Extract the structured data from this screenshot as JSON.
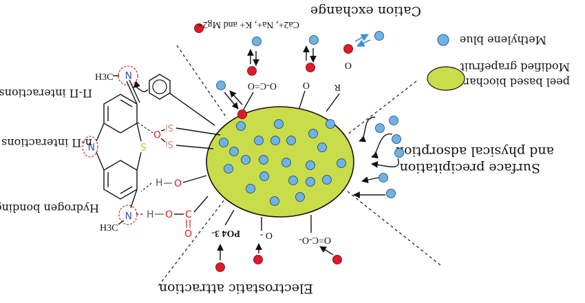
{
  "colors": {
    "biochar_fill": "#c9dc4a",
    "methylene_blue": "#6eb3e6",
    "cation": "#e0192b",
    "exchange_arrow": "#3b8ed6",
    "nitrogen": "#3a4db0",
    "sulfur": "#d4c400",
    "oxygen": "#d42020",
    "silicon": "#c78b6e"
  },
  "legend": {
    "methylene_blue": "Methylene blue",
    "biochar_line1": "Modified grapefruit",
    "biochar_line2": "peel based biochar"
  },
  "mechanisms": {
    "cation_exchange": "Cation exchange",
    "cations": "Ca2+, Na+, K+ and Mg2+",
    "pi_pi": "Π-Π interactions",
    "n_pi": "n-Π interactions",
    "hydrogen": "Hydrogen bonding",
    "surface_line1": "Surface precipitation",
    "surface_line2": "and physical adsorption",
    "electrostatic": "Electrostatic attraction"
  },
  "groups": {
    "carboxyl_top": "O-C=O",
    "oxide_top": "O",
    "r_group": "R",
    "r_oxygen": "O",
    "phosphate": "PO4 3-",
    "oxide_bottom": "O -",
    "carboxylate_bottom": "O=C-O-"
  },
  "molecule": {
    "methyl_top": "H3C",
    "methyl_bottom": "H3C",
    "nitrogen": "N",
    "sulfur": "S",
    "silicon": "Si",
    "oxygen": "O",
    "hydrogen": "H",
    "carbon": "C"
  }
}
